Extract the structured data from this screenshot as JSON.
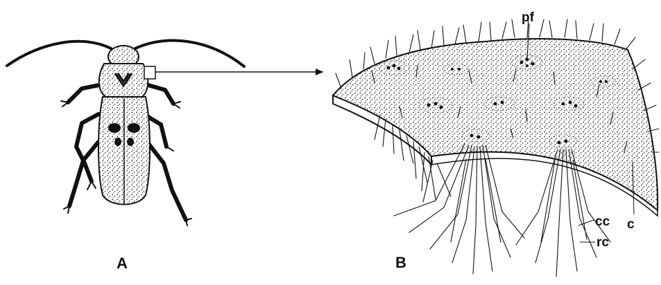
{
  "figure": {
    "panel_a_label": "A",
    "panel_b_label": "B",
    "labels": {
      "pf": "pf",
      "cc": "cc",
      "rc": "rc",
      "c": "c"
    }
  },
  "colors": {
    "ink": "#111111",
    "background": "#ffffff"
  }
}
